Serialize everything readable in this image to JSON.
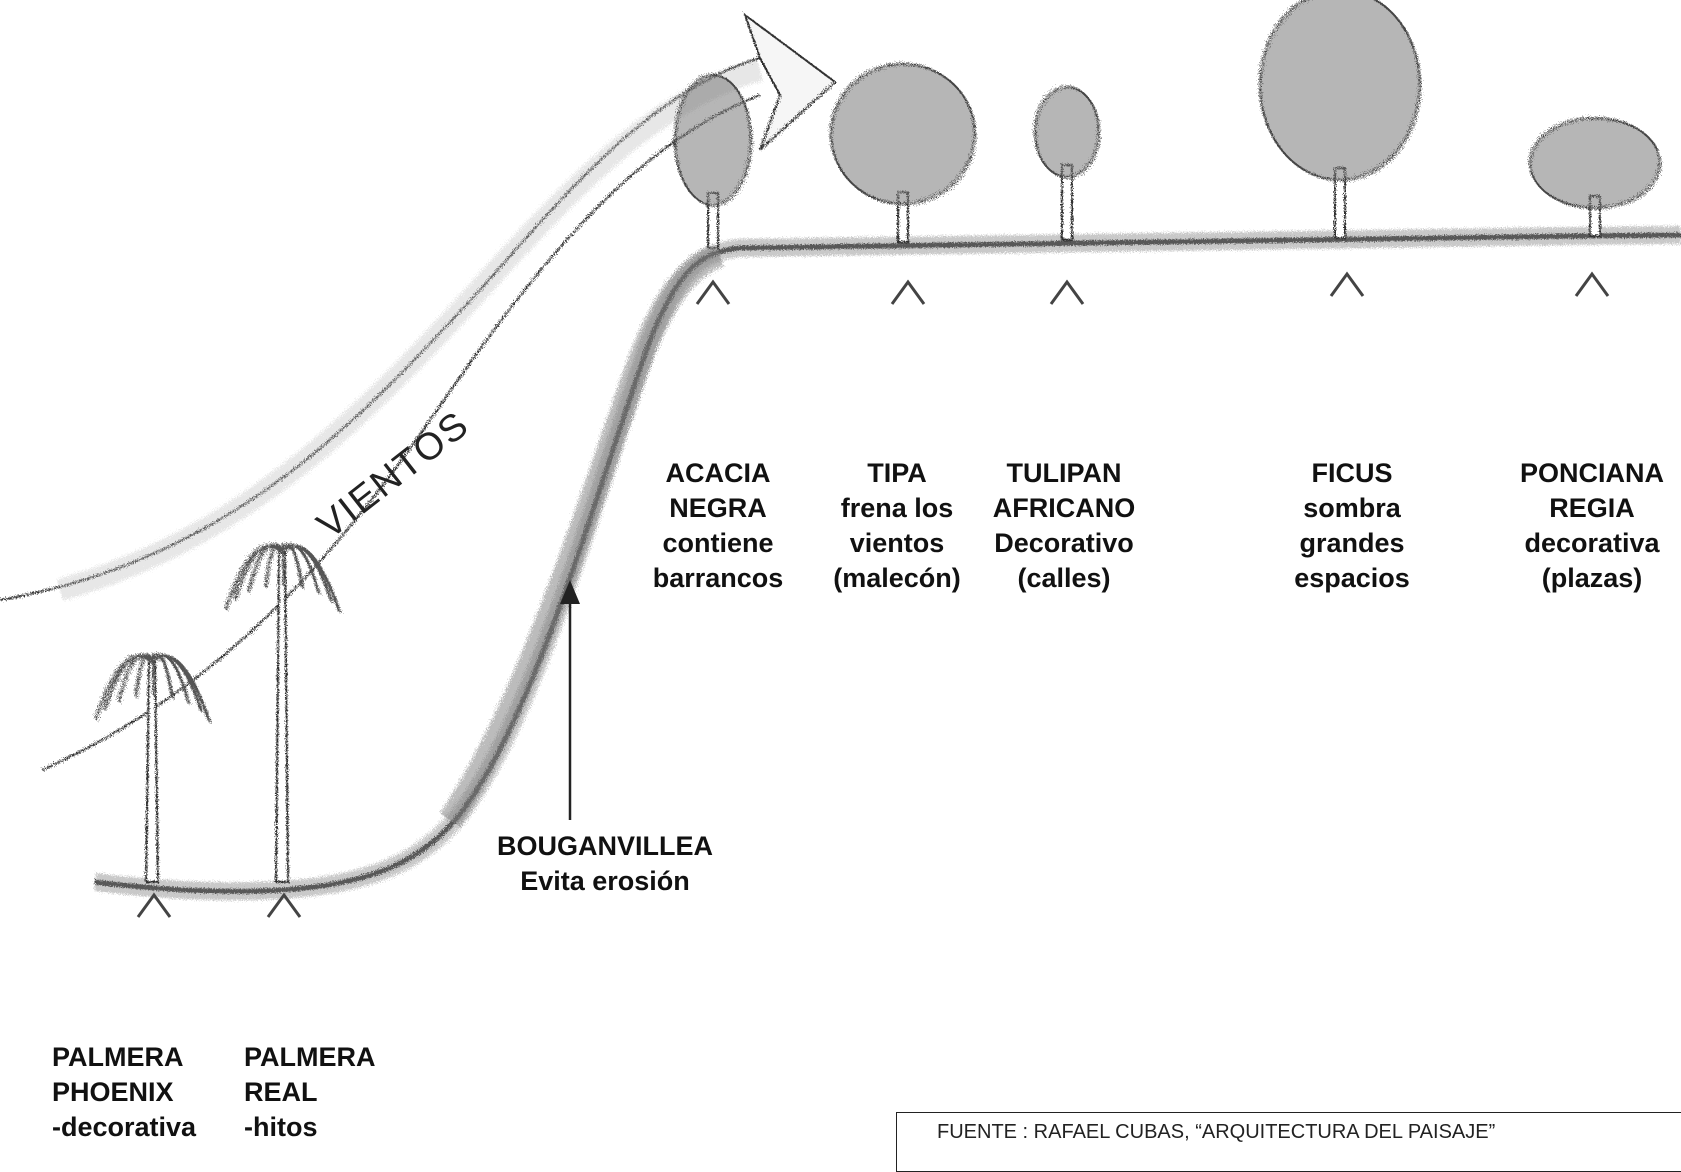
{
  "wind_label": "VIENTOS",
  "plants": [
    {
      "lines": [
        "ACACIA",
        "NEGRA",
        "contiene",
        "barrancos"
      ]
    },
    {
      "lines": [
        "TIPA",
        "frena los",
        "vientos",
        "(malecón)"
      ]
    },
    {
      "lines": [
        "TULIPAN",
        "AFRICANO",
        "Decorativo",
        "(calles)"
      ]
    },
    {
      "lines": [
        "FICUS",
        "sombra",
        "grandes",
        "espacios"
      ]
    },
    {
      "lines": [
        "PONCIANA",
        "REGIA",
        "decorativa",
        "(plazas)"
      ]
    }
  ],
  "bouganvillea": {
    "lines": [
      "BOUGANVILLEA",
      "Evita erosión"
    ]
  },
  "palms": [
    {
      "lines": [
        "PALMERA",
        "PHOENIX",
        "-decorativa"
      ]
    },
    {
      "lines": [
        "PALMERA",
        "REAL",
        "-hitos"
      ]
    }
  ],
  "source": "FUENTE : RAFAEL CUBAS, “ARQUITECTURA DEL PAISAJE”",
  "colors": {
    "ink": "#222222",
    "foliage": "#7a7a7a",
    "text": "#111111"
  }
}
